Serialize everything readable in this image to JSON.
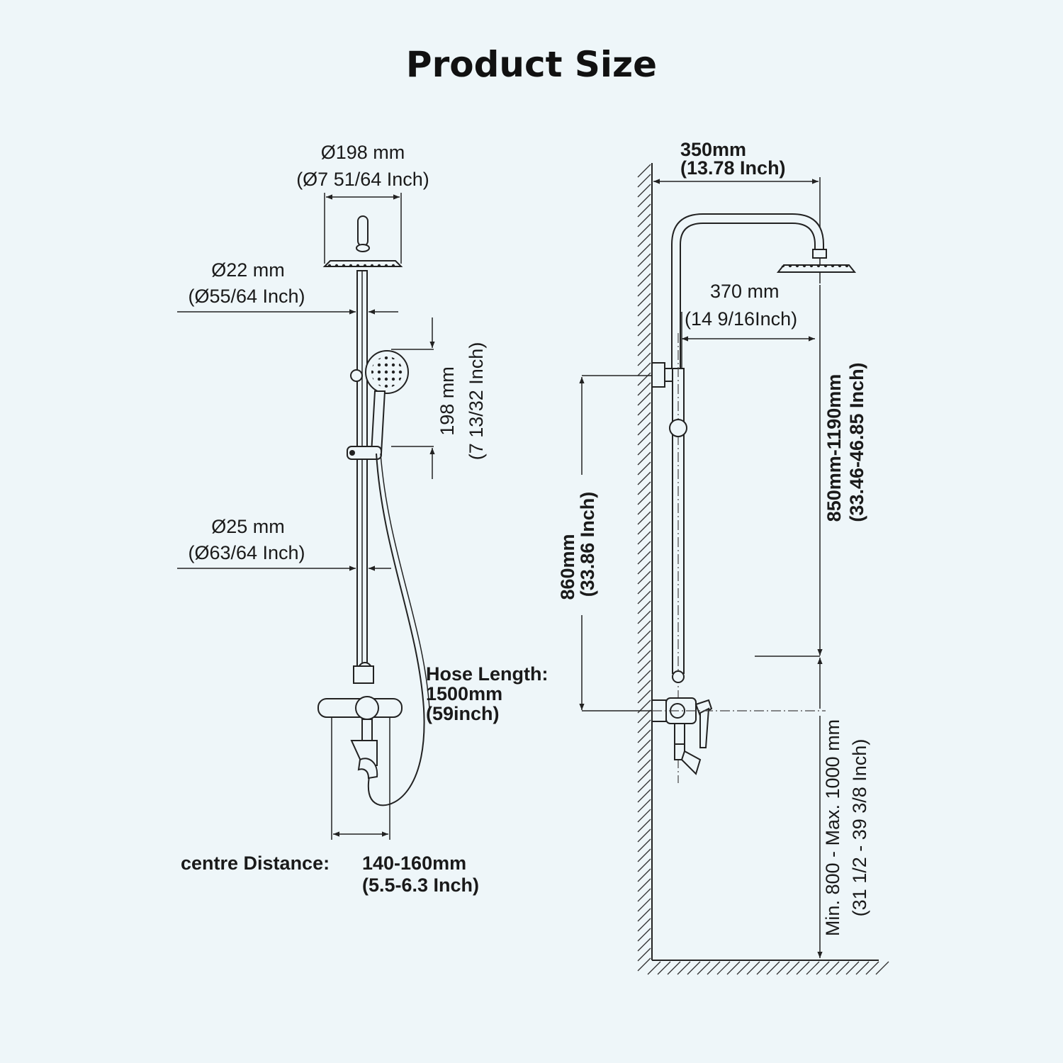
{
  "title": "Product Size",
  "front_view": {
    "head_diameter": {
      "mm": "Ø198 mm",
      "inch": "(Ø7 51/64 Inch)"
    },
    "upper_pipe_diameter": {
      "mm": "Ø22 mm",
      "inch": "(Ø55/64 Inch)"
    },
    "hand_shower_length": {
      "mm": "198 mm",
      "inch": "(7 13/32 Inch)"
    },
    "lower_pipe_diameter": {
      "mm": "Ø25 mm",
      "inch": "(Ø63/64 Inch)"
    },
    "hose": {
      "line1": "Hose Length:",
      "line2": "1500mm",
      "line3": "(59inch)"
    },
    "centre_distance": {
      "label": "centre Distance:",
      "mm": "140-160mm",
      "inch": "(5.5-6.3 Inch)"
    }
  },
  "side_view": {
    "arm_projection": {
      "mm": "350mm",
      "inch": "(13.78 Inch)"
    },
    "arm_inner": {
      "mm": "370 mm",
      "inch": "(14 9/16Inch)"
    },
    "bracket_to_mixer": {
      "mm": "860mm",
      "inch": "(33.86 Inch)"
    },
    "height_adjust": {
      "mm": "850mm-1190mm",
      "inch": "(33.46-46.85 Inch)"
    },
    "mixer_height": {
      "mm": "Min. 800 - Max. 1000 mm",
      "inch": "(31 1/2 - 39 3/8 Inch)"
    }
  }
}
